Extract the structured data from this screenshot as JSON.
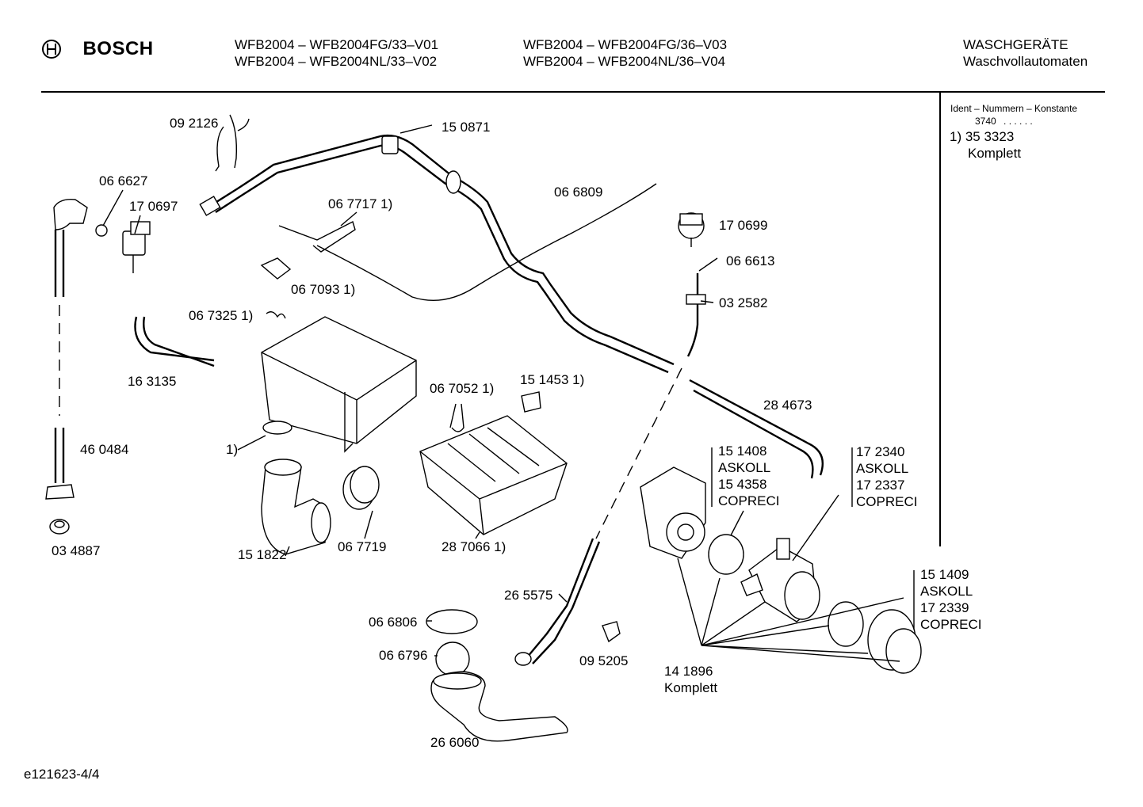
{
  "header": {
    "brand": "BOSCH",
    "models_col1": [
      "WFB2004 – WFB2004FG/33–V01",
      "WFB2004 – WFB2004NL/33–V02"
    ],
    "models_col2": [
      "WFB2004 – WFB2004FG/36–V03",
      "WFB2004 – WFB2004NL/36–V04"
    ],
    "category": [
      "WASCHGERÄTE",
      "Waschvollautomaten"
    ]
  },
  "sidebar": {
    "heading": "Ident – Nummern – Konstante",
    "constant": "3740",
    "dots": ". .   . . . .",
    "note_number": "1)  35 3323",
    "note_text": "Komplett"
  },
  "parts": {
    "p092126": "09 2126",
    "p150871": "15 0871",
    "p066627": "06 6627",
    "p170697": "17 0697",
    "p0677171": "06 7717 1)",
    "p066809": "06 6809",
    "p170699": "17 0699",
    "p066613": "06 6613",
    "p0670931": "06 7093 1)",
    "p032582": "03 2582",
    "p0673251": "06 7325 1)",
    "p163135": "16 3135",
    "p0670521": "06 7052 1)",
    "p1514531": "15 1453 1)",
    "p284673": "28 4673",
    "p460484": "46 0484",
    "p_note1": "1)",
    "p151408": [
      "15 1408",
      "ASKOLL",
      "15 4358",
      "COPRECI"
    ],
    "p172340": [
      "17 2340",
      "ASKOLL",
      "17 2337",
      "COPRECI"
    ],
    "p034887": "03 4887",
    "p151822": "15 1822",
    "p067719": "06 7719",
    "p2870661": "28 7066 1)",
    "p151409": [
      "15 1409",
      "ASKOLL",
      "17 2339",
      "COPRECI"
    ],
    "p265575": "26 5575",
    "p066806": "06 6806",
    "p066796": "06 6796",
    "p095205": "09 5205",
    "p141896": [
      "14 1896",
      "Komplett"
    ],
    "p266060": "26 6060"
  },
  "footer": {
    "drawing_id": "e121623-4/4"
  }
}
